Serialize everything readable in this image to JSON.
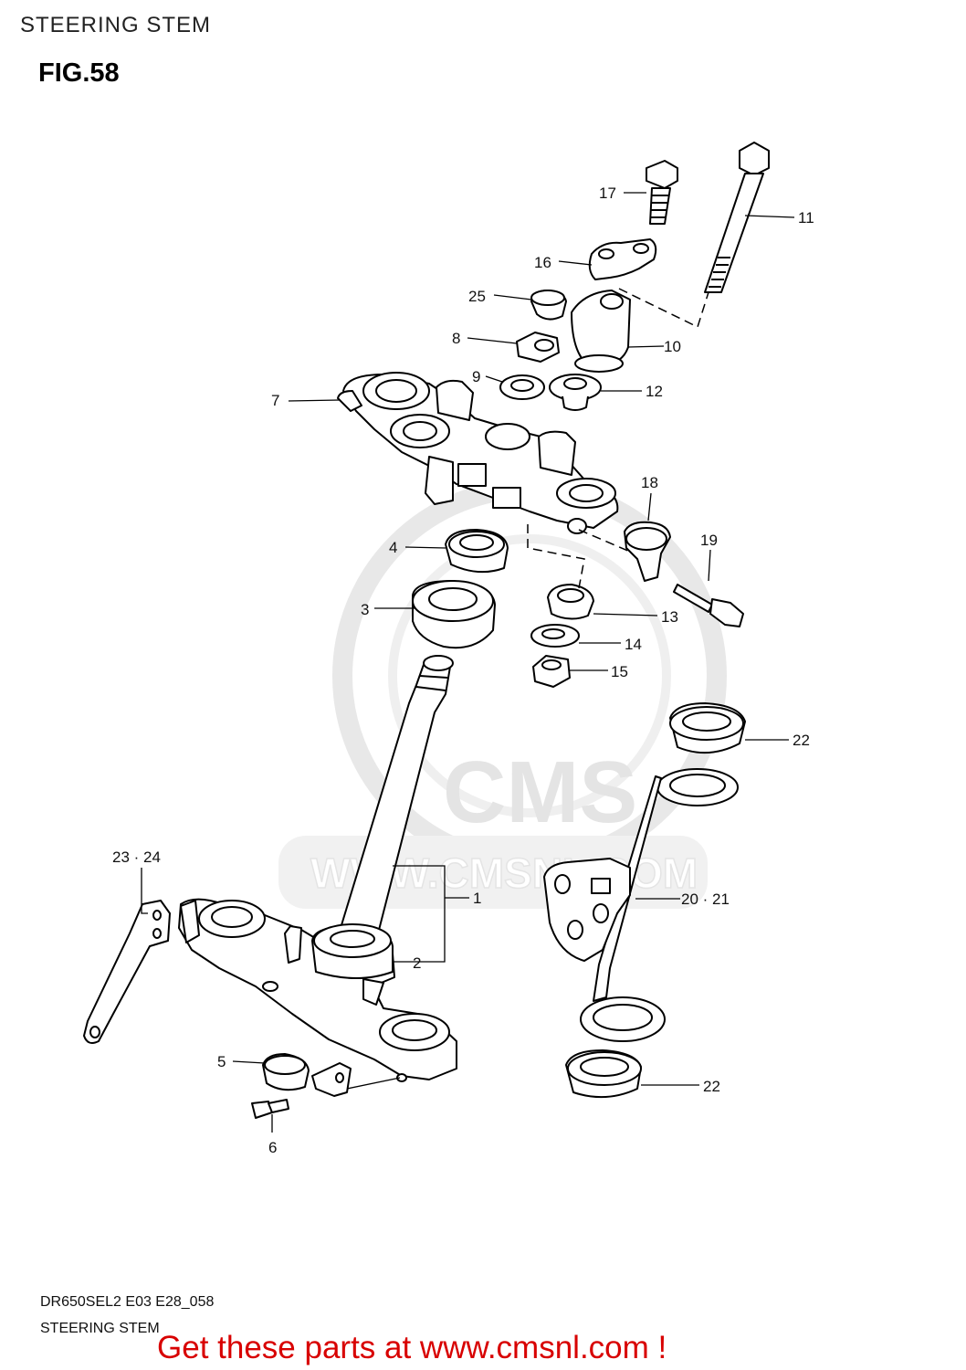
{
  "header": {
    "title": "STEERING STEM",
    "figure": "FIG.58"
  },
  "watermark": {
    "brand": "CMS",
    "url": "WWW.CMSNL.COM"
  },
  "callouts": {
    "p1": "1",
    "p2": "2",
    "p3": "3",
    "p4": "4",
    "p5": "5",
    "p6": "6",
    "p7": "7",
    "p8": "8",
    "p9": "9",
    "p10": "10",
    "p11": "11",
    "p12": "12",
    "p13": "13",
    "p14": "14",
    "p15": "15",
    "p16": "16",
    "p17": "17",
    "p18": "18",
    "p19": "19",
    "p20_21": "20 · 21",
    "p22a": "22",
    "p22b": "22",
    "p23_24": "23 · 24",
    "p25": "25"
  },
  "footer": {
    "model_code": "DR650SEL2 E03 E28_058",
    "subtitle": "STEERING STEM",
    "promo": "Get these parts at www.cmsnl.com !"
  },
  "colors": {
    "promo": "#d80000",
    "watermark": "#d6d6d6"
  }
}
